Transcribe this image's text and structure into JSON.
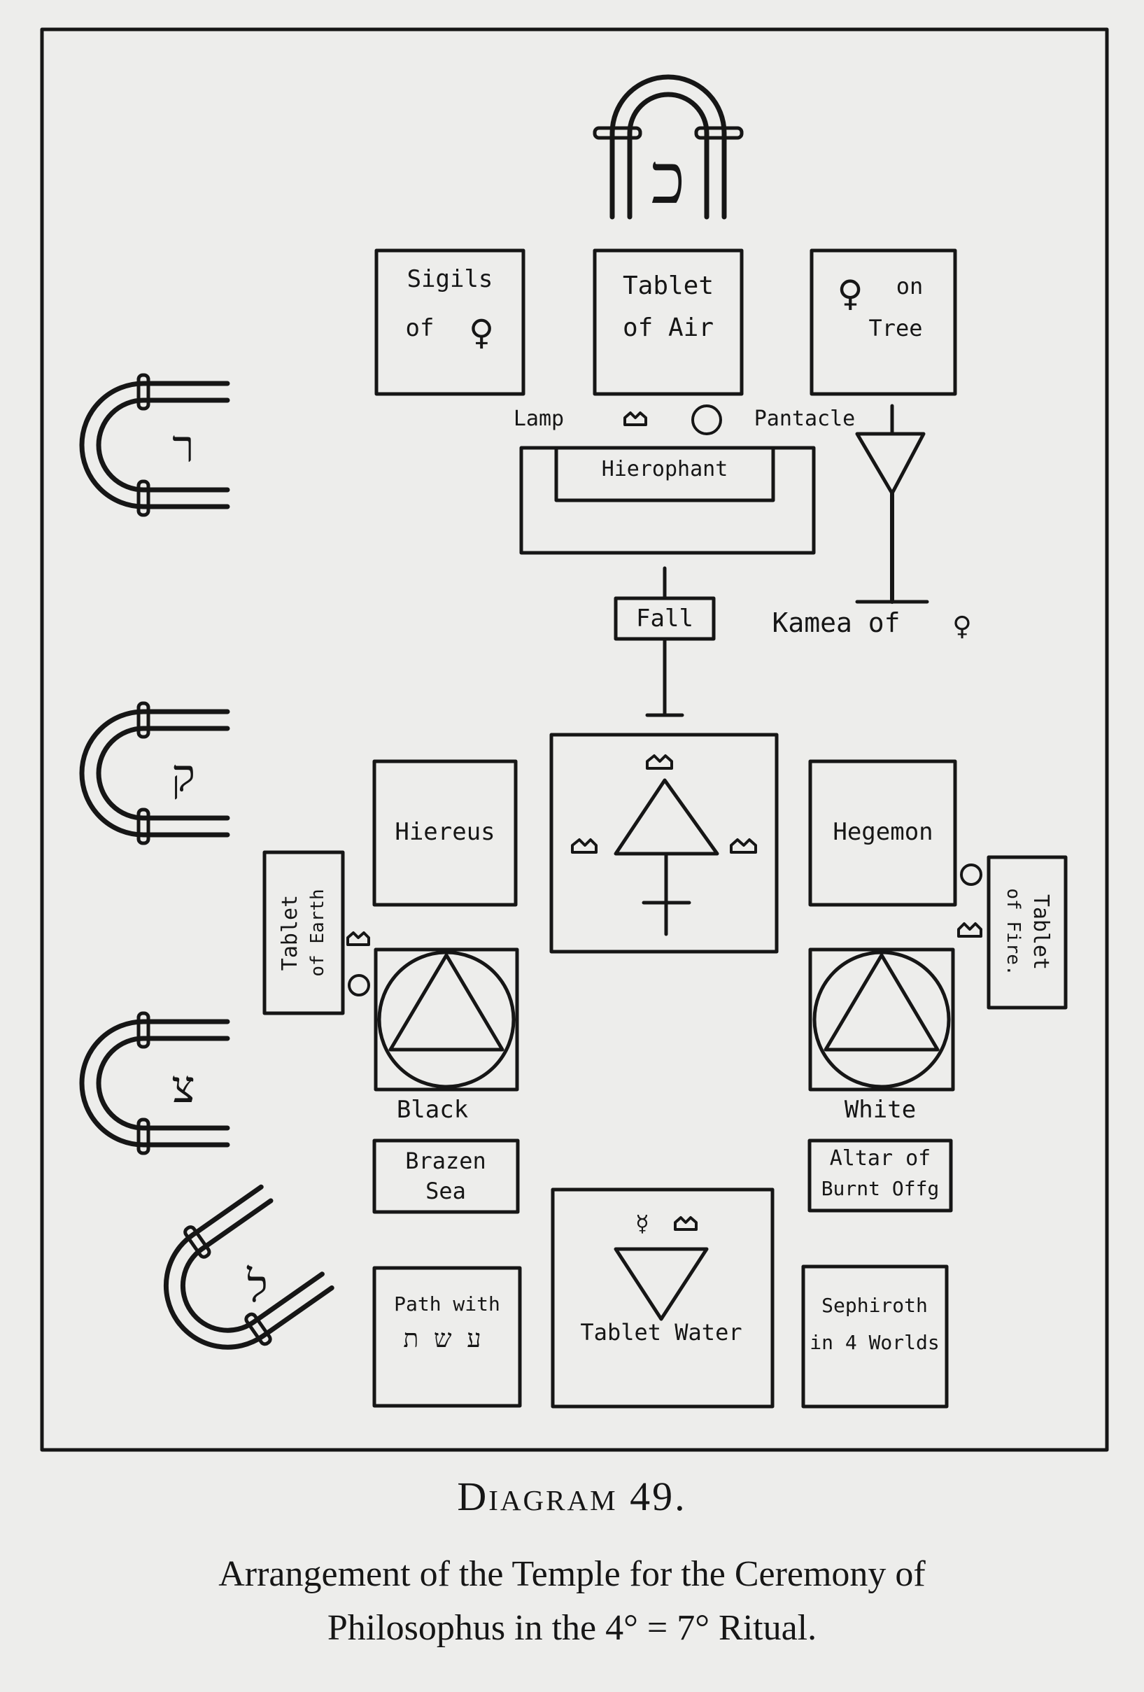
{
  "labels": {
    "sigils_1": "Sigils",
    "sigils_2": "of",
    "tablet_air_1": "Tablet",
    "tablet_air_2": "of Air",
    "venus_tree_1": "on",
    "venus_tree_2": "Tree",
    "lamp": "Lamp",
    "pantacle": "Pantacle",
    "hierophant": "Hierophant",
    "fall": "Fall",
    "kamea": "Kamea of",
    "hiereus": "Hiereus",
    "hegemon": "Hegemon",
    "tablet_earth_1": "Tablet",
    "tablet_earth_2": "of Earth",
    "tablet_fire_1": "Tablet",
    "tablet_fire_2": "of Fire.",
    "black": "Black",
    "white": "White",
    "brazen_1": "Brazen",
    "brazen_2": "Sea",
    "altar_1": "Altar of",
    "altar_2": "Burnt Offg",
    "path_1": "Path with",
    "path_2": "ע ש ת",
    "tablet_water": "Tablet Water",
    "sephiroth_1": "Sephiroth",
    "sephiroth_2": "in 4 Worlds",
    "venus_symbol": "♀",
    "caption_title": "Diagram 49.",
    "caption_line1": "Arrangement of the Temple for the Ceremony of",
    "caption_line2": "Philosophus in the 4° = 7° Ritual."
  },
  "arch_letters": {
    "top": "כ",
    "left_1": "ר",
    "left_2": "ק",
    "left_3": "צ",
    "left_4": "ל"
  },
  "colors": {
    "ink": "#161616",
    "paper": "#ededeb"
  }
}
